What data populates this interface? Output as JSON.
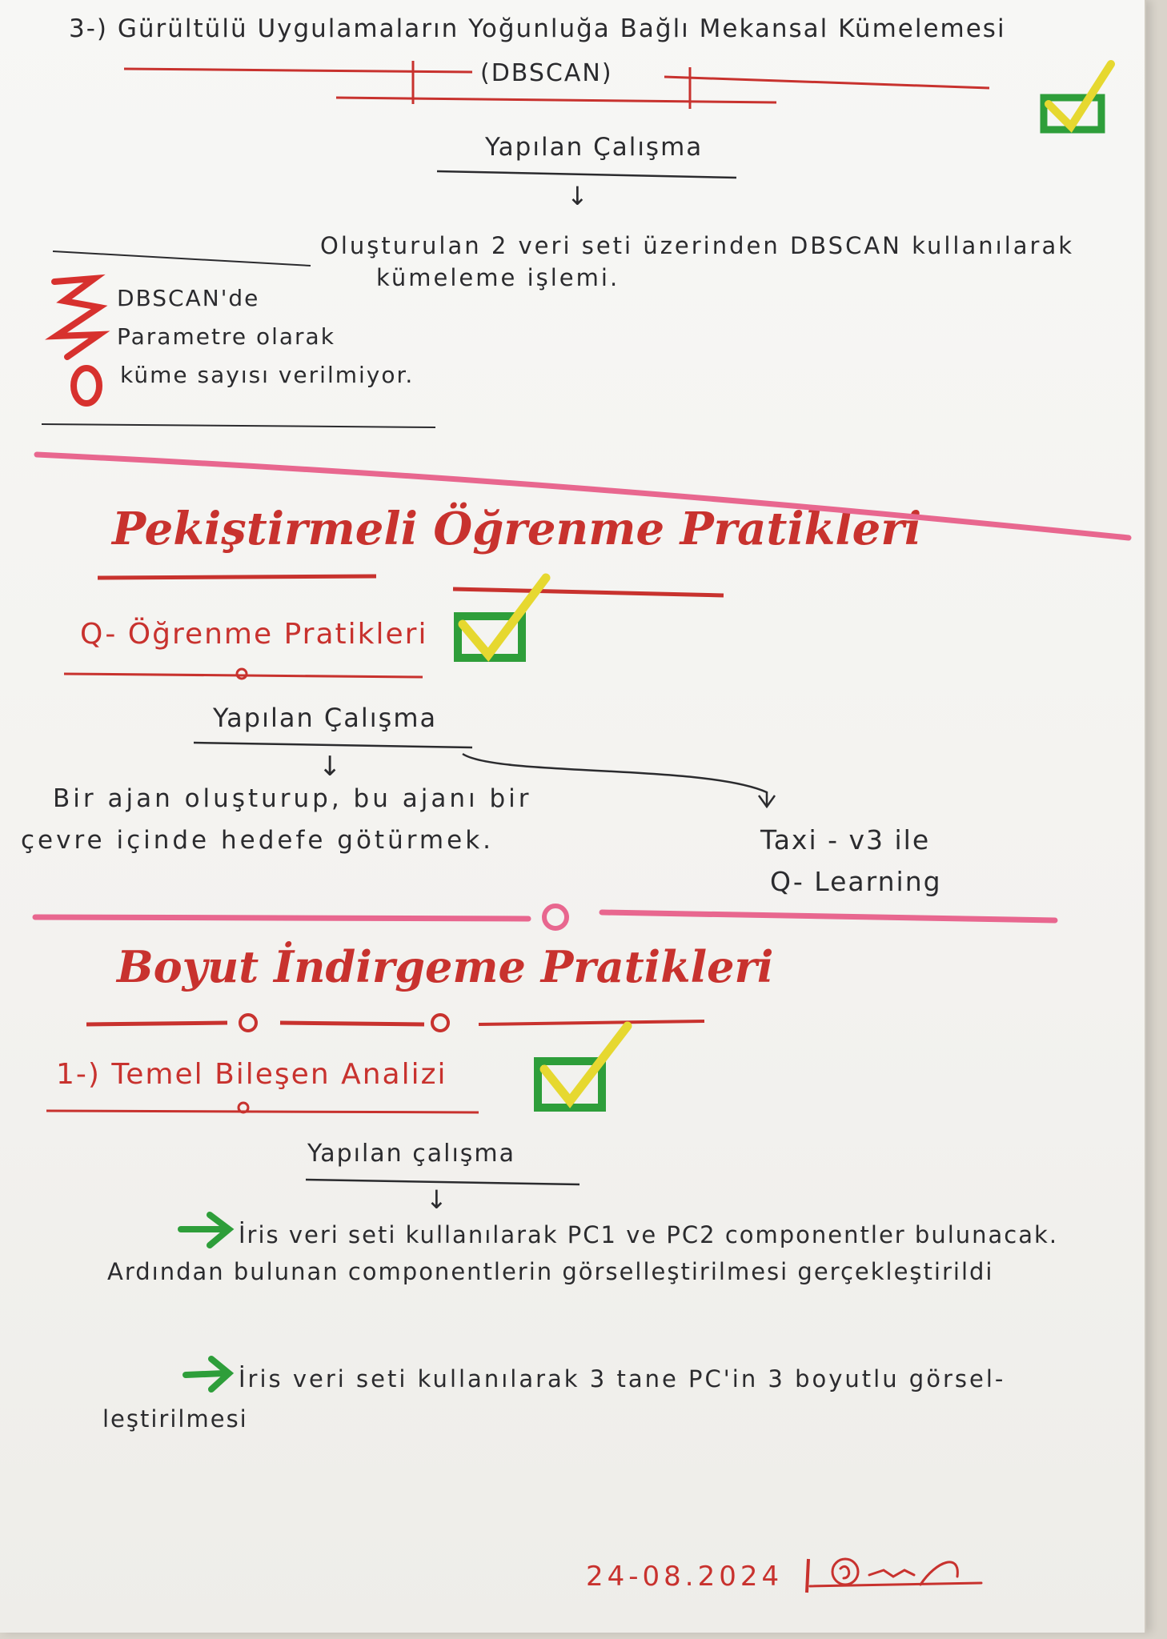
{
  "section_dbscan": {
    "title": "3-) Gürültülü Uygulamaların Yoğunluğa Bağlı Mekansal Kümelemesi",
    "subtitle": "(DBSCAN)",
    "work_label": "Yapılan Çalışma",
    "arrow": "↓",
    "description_line1": "Oluşturulan 2 veri seti üzerinden DBSCAN kullanılarak",
    "description_line2": "kümeleme işlemi.",
    "note_line1": "DBSCAN'de",
    "note_line2": "Parametre olarak",
    "note_line3": "küme sayısı verilmiyor."
  },
  "section_rl": {
    "heading": "Pekiştirmeli Öğrenme Pratikleri",
    "subheading": "Q- Öğrenme Pratikleri",
    "work_label": "Yapılan Çalışma",
    "arrow": "↓",
    "left_line1": "Bir ajan oluşturup, bu ajanı bir",
    "left_line2": "çevre içinde hedefe götürmek.",
    "right_line1": "Taxi - v3 ile",
    "right_line2": "Q- Learning"
  },
  "section_pca": {
    "heading": "Boyut İndirgeme Pratikleri",
    "subheading": "1-) Temel Bileşen Analizi",
    "work_label": "Yapılan çalışma",
    "arrow": "↓",
    "item1_line1": "İris veri seti kullanılarak PC1 ve PC2 componentler bulunacak.",
    "item1_line2": "Ardından bulunan componentlerin görselleştirilmesi gerçekleştirildi",
    "item2_line1": "İris veri seti kullanılarak 3 tane PC'in 3 boyutlu görsel-",
    "item2_line2": "leştirilmesi"
  },
  "footer": {
    "date": "24-08.2024"
  },
  "colors": {
    "ink": "#2b2b2e",
    "red": "#c8322e",
    "pink": "#e8678f",
    "green_check": "#2e9e3a",
    "yellow_check": "#e6d830"
  }
}
